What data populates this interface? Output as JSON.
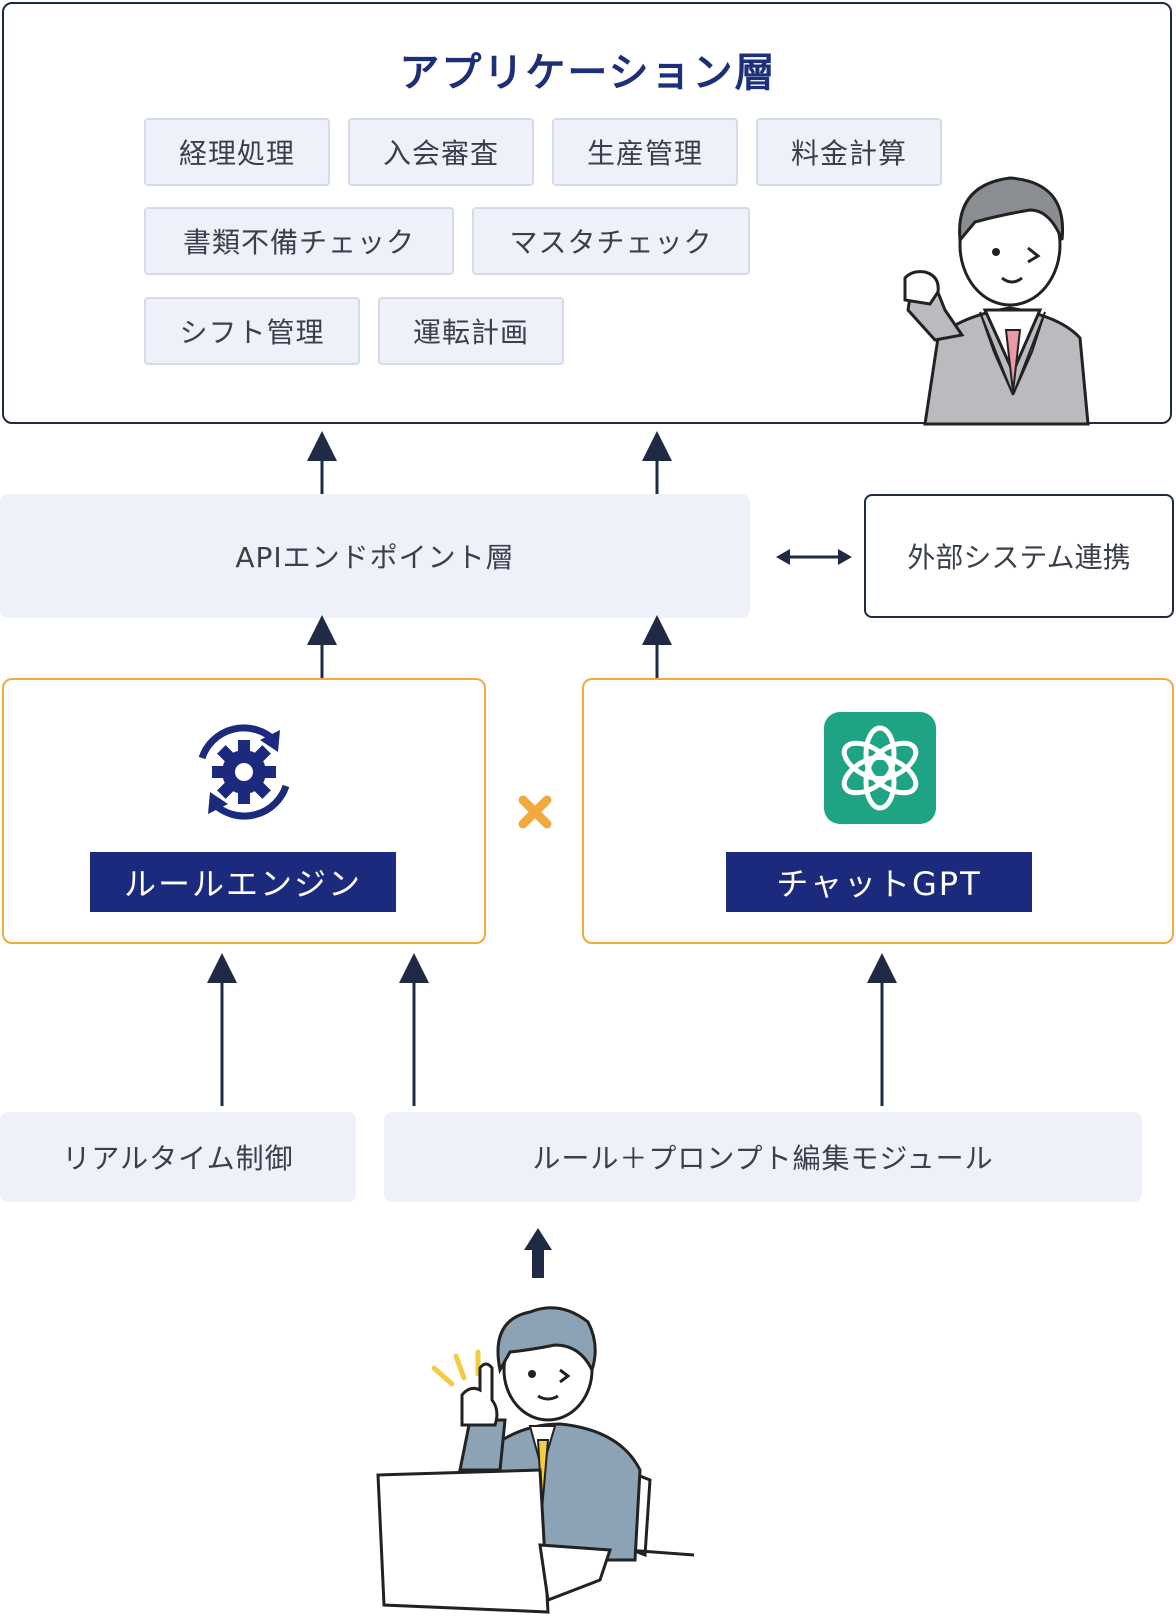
{
  "app_layer": {
    "title": "アプリケーション層",
    "chips": [
      "経理処理",
      "入会審査",
      "生産管理",
      "料金計算",
      "書類不備チェック",
      "マスタチェック",
      "シフト管理",
      "運転計画"
    ]
  },
  "api_layer": {
    "label": "APIエンドポイント層"
  },
  "external": {
    "label": "外部システム連携"
  },
  "rule_engine": {
    "label": "ルールエンジン",
    "icon": "gear-cycle-icon"
  },
  "chatgpt": {
    "label": "チャットGPT",
    "icon": "openai-logo-icon"
  },
  "combine_mark": "cross-icon",
  "realtime": {
    "label": "リアルタイム制御"
  },
  "editor": {
    "label": "ルール＋プロンプト編集モジュール"
  },
  "colors": {
    "navy": "#1c2a7d",
    "orange": "#f2a93b",
    "teal": "#1ea384",
    "soft": "#eef1f9"
  }
}
